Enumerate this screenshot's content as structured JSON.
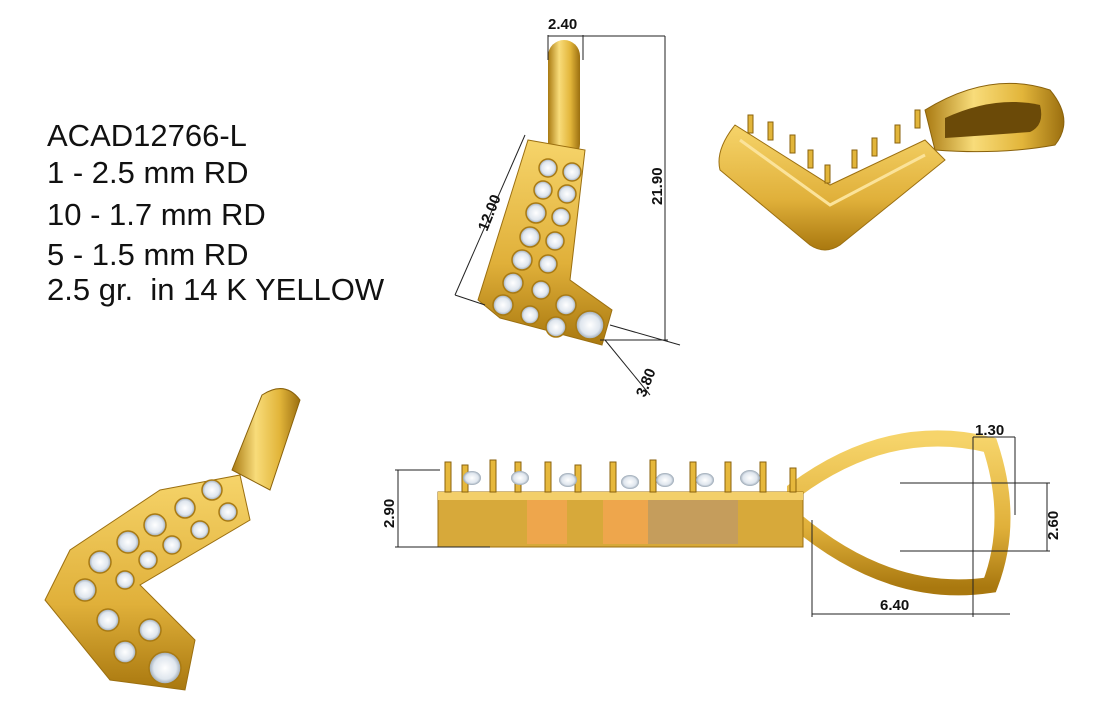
{
  "specs": {
    "model": "ACAD12766-L",
    "stone_line_1": "1 - 2.5 mm RD",
    "stone_line_2": "10 - 1.7 mm RD",
    "stone_line_3": "5 - 1.5 mm RD",
    "weight_metal": "2.5 gr.  in 14 K YELLOW"
  },
  "dimensions": {
    "bail_width": "2.40",
    "total_height": "21.90",
    "arm_length": "12.00",
    "arm_width": "3.80",
    "thickness": "2.90",
    "bail_wire": "1.30",
    "bail_inner_height": "2.60",
    "bail_length": "6.40"
  },
  "colors": {
    "gold": "#e2b53a",
    "gold_dark": "#a97a12",
    "gold_light": "#f8dc7a",
    "diamond": "#eef2f6"
  }
}
